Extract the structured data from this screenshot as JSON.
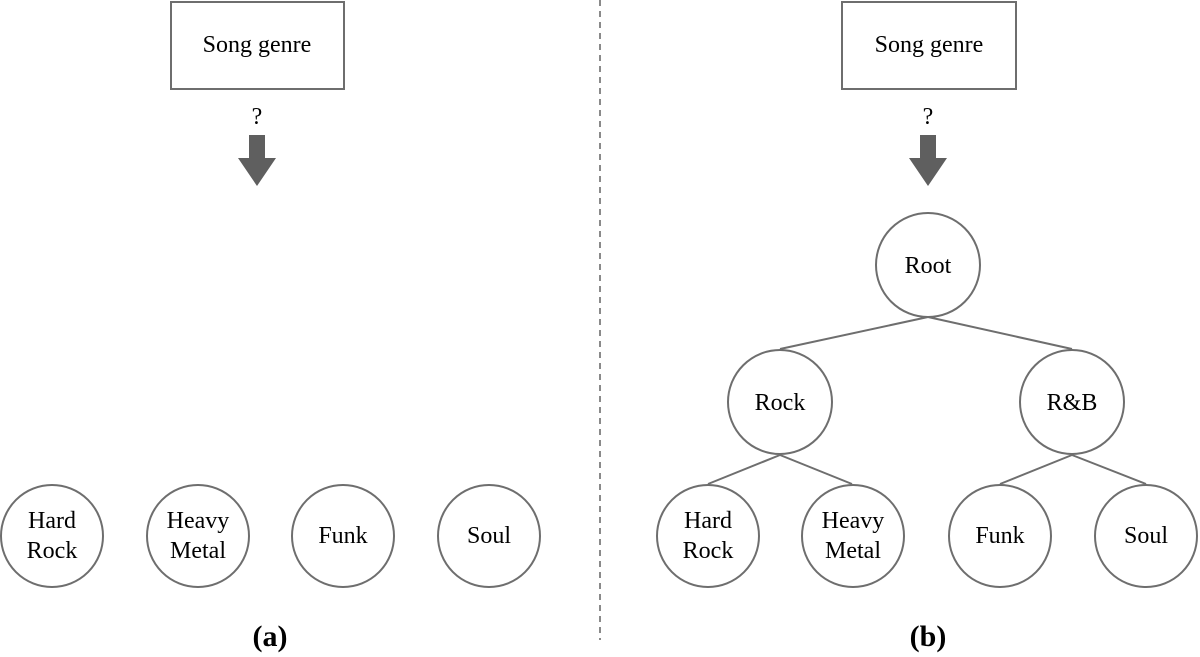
{
  "panel_a": {
    "input_label": "Song genre",
    "question": "?",
    "leaves": [
      {
        "lines": [
          "Hard",
          "Rock"
        ]
      },
      {
        "lines": [
          "Heavy",
          "Metal"
        ]
      },
      {
        "lines": [
          "Funk"
        ]
      },
      {
        "lines": [
          "Soul"
        ]
      }
    ],
    "caption": "(a)"
  },
  "panel_b": {
    "input_label": "Song genre",
    "question": "?",
    "root": "Root",
    "mid": [
      "Rock",
      "R&B"
    ],
    "leaves": [
      {
        "lines": [
          "Hard",
          "Rock"
        ]
      },
      {
        "lines": [
          "Heavy",
          "Metal"
        ]
      },
      {
        "lines": [
          "Funk"
        ]
      },
      {
        "lines": [
          "Soul"
        ]
      }
    ],
    "caption": "(b)"
  },
  "colors": {
    "stroke": "#6e6e6e",
    "arrow": "#5f5f5f",
    "divider": "#8a8a8a"
  }
}
